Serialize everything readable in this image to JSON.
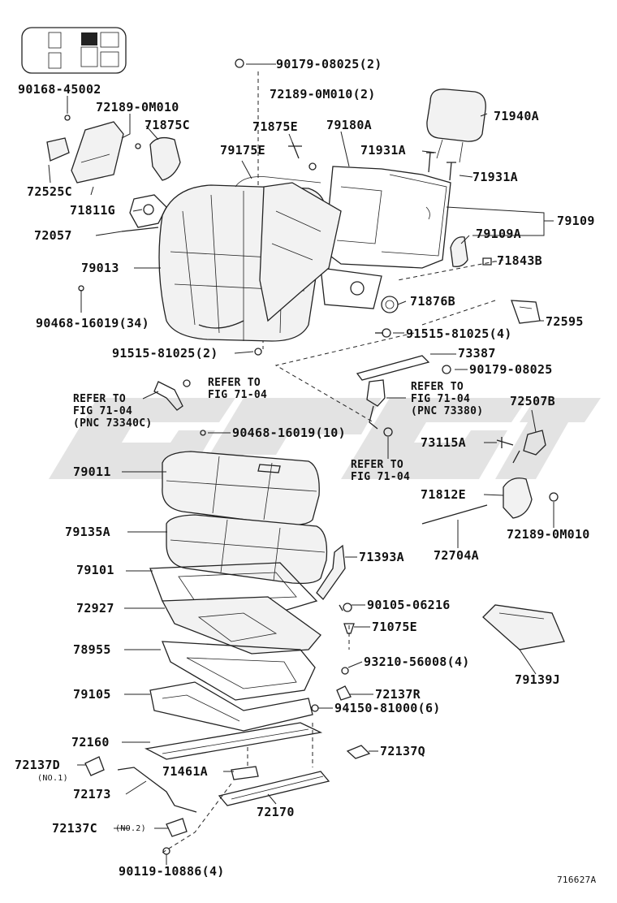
{
  "diagram_id": "716627A",
  "watermark": "GPGT",
  "labels": {
    "l_90179_08025_2": "90179-08025(2)",
    "l_72189_0m010_2": "72189-0M010(2)",
    "l_90168_45002": "90168-45002",
    "l_72189_0m010_a": "72189-0M010",
    "l_71875c": "71875C",
    "l_71875e": "71875E",
    "l_79180a": "79180A",
    "l_71940a": "71940A",
    "l_79175e": "79175E",
    "l_71931a_1": "71931A",
    "l_71931a_2": "71931A",
    "l_72525c": "72525C",
    "l_71811g": "71811G",
    "l_79109": "79109",
    "l_72057": "72057",
    "l_79109a": "79109A",
    "l_71843b": "71843B",
    "l_79013": "79013",
    "l_71876b": "71876B",
    "l_72595": "72595",
    "l_90468_16019_34": "90468-16019(34)",
    "l_91515_81025_4": "91515-81025(4)",
    "l_91515_81025_2": "91515-81025(2)",
    "l_73387": "73387",
    "l_90179_08025": "90179-08025",
    "l_refer_a1": "REFER TO",
    "l_refer_a2": "FIG 71-04",
    "l_refer_b1": "REFER TO",
    "l_refer_b2": "FIG 71-04",
    "l_refer_b3": "(PNC 73340C)",
    "l_refer_c1": "REFER TO",
    "l_refer_c2": "FIG 71-04",
    "l_refer_c3": "(PNC 73380)",
    "l_72507b": "72507B",
    "l_90468_16019_10": "90468-16019(10)",
    "l_73115a": "73115A",
    "l_refer_d1": "REFER TO",
    "l_refer_d2": "FIG 71-04",
    "l_79011": "79011",
    "l_71812e": "71812E",
    "l_79135a": "79135A",
    "l_72189_0m010_b": "72189-0M010",
    "l_72704a": "72704A",
    "l_79101": "79101",
    "l_71393a": "71393A",
    "l_72927": "72927",
    "l_90105_06216": "90105-06216",
    "l_71075e": "71075E",
    "l_78955": "78955",
    "l_93210_56008_4": "93210-56008(4)",
    "l_79139j": "79139J",
    "l_79105": "79105",
    "l_72137r": "72137R",
    "l_94150_81000_6": "94150-81000(6)",
    "l_72160": "72160",
    "l_72137q": "72137Q",
    "l_72137d": "72137D",
    "l_no1": "(NO.1)",
    "l_71461a": "71461A",
    "l_72173": "72173",
    "l_72170": "72170",
    "l_72137c": "72137C",
    "l_no2": "(NO.2)",
    "l_90119_10886_4": "90119-10886(4)"
  }
}
